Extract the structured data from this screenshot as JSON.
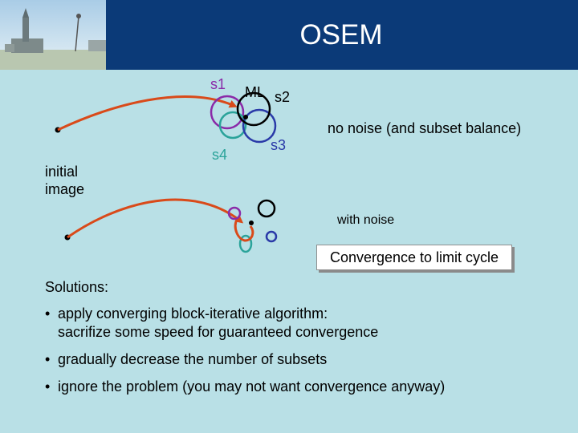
{
  "title": "OSEM",
  "labels": {
    "s1": "s1",
    "ml": "ML",
    "s2": "s2",
    "s3": "s3",
    "s4": "s4",
    "initial_line1": "initial",
    "initial_line2": "image",
    "no_noise": "no noise (and subset balance)",
    "with_noise": "with noise"
  },
  "callout": "Convergence to limit cycle",
  "solutions": {
    "heading": "Solutions:",
    "items": [
      {
        "line1": "apply converging block-iterative algorithm:",
        "line2": "sacrifize some speed for guaranteed convergence"
      },
      {
        "line1": "gradually decrease the number of subsets",
        "line2": ""
      },
      {
        "line1": "ignore the problem (you may not want convergence anyway)",
        "line2": ""
      }
    ]
  },
  "colors": {
    "background": "#b9e0e6",
    "header": "#0b3a78",
    "arrow": "#d94a1a",
    "s1_circle": "#8a2aa8",
    "s4_circle": "#2aa39a",
    "s3_circle": "#2a3aa8",
    "ml_circle": "#000000"
  }
}
